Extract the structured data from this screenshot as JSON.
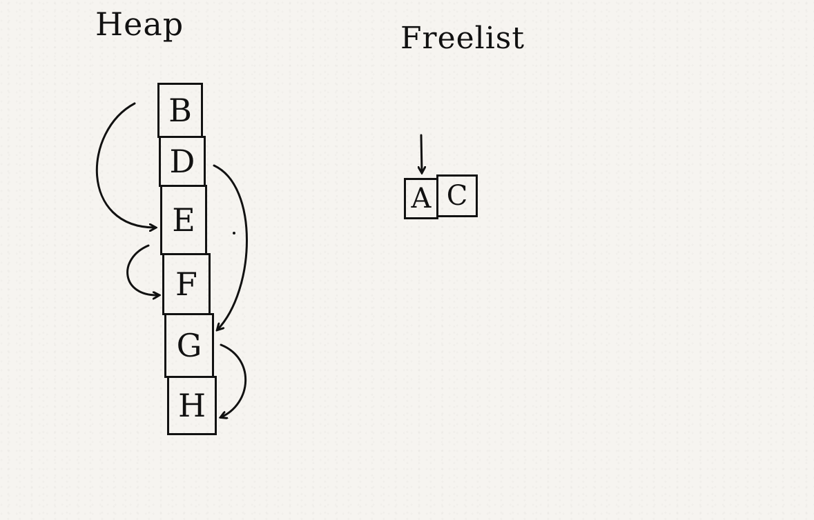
{
  "titles": {
    "heap": "Heap",
    "freelist": "Freelist"
  },
  "heap": {
    "cells": [
      "B",
      "D",
      "E",
      "F",
      "G",
      "H"
    ]
  },
  "freelist": {
    "cells": [
      "A",
      "C"
    ]
  }
}
